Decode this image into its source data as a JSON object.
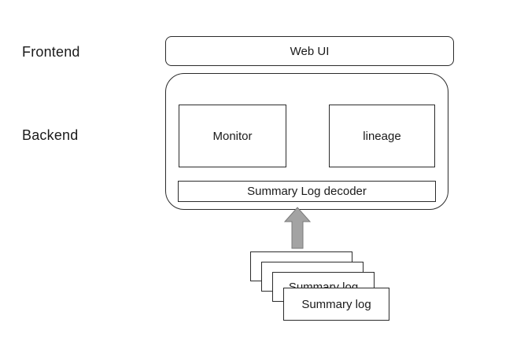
{
  "diagram": {
    "labels": {
      "frontend": "Frontend",
      "backend": "Backend"
    },
    "nodes": {
      "web_ui": "Web UI",
      "monitor": "Monitor",
      "lineage": "lineage",
      "decoder": "Summary Log decoder",
      "summary_log": "Summary log"
    },
    "stack_count": 4,
    "colors": {
      "background": "#ffffff",
      "border": "#2b2b2b",
      "text": "#1a1a1a",
      "arrow_fill": "#a3a3a3",
      "arrow_stroke": "#7a7a7a"
    }
  }
}
